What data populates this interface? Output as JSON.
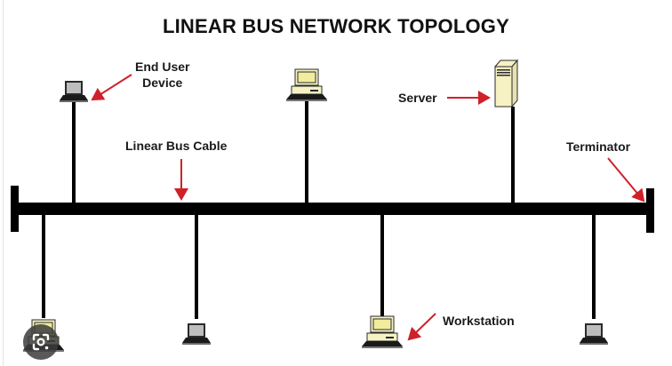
{
  "title": "LINEAR BUS NETWORK TOPOLOGY",
  "labels": {
    "end_user_device": "End User Device",
    "end_user_device_line1": "End User",
    "end_user_device_line2": "Device",
    "linear_bus_cable": "Linear Bus Cable",
    "server": "Server",
    "terminator": "Terminator",
    "workstation": "Workstation"
  },
  "colors": {
    "bus": "#000000",
    "arrow": "#d0202a",
    "device_cream": "#f6f2c4",
    "device_gray": "#bdbdbd",
    "background": "#ffffff"
  },
  "nodes": [
    {
      "id": "laptop-top-left",
      "type": "laptop",
      "side": "top",
      "label": "End User Device"
    },
    {
      "id": "workstation-top-center",
      "type": "workstation",
      "side": "top"
    },
    {
      "id": "server-top-right",
      "type": "server",
      "side": "top",
      "label": "Server"
    },
    {
      "id": "workstation-bottom-left",
      "type": "workstation",
      "side": "bottom"
    },
    {
      "id": "laptop-bottom-2",
      "type": "laptop",
      "side": "bottom"
    },
    {
      "id": "workstation-bottom-center",
      "type": "workstation",
      "side": "bottom",
      "label": "Workstation"
    },
    {
      "id": "laptop-bottom-right",
      "type": "laptop",
      "side": "bottom"
    }
  ],
  "overlay": {
    "icon": "google-lens-icon"
  }
}
